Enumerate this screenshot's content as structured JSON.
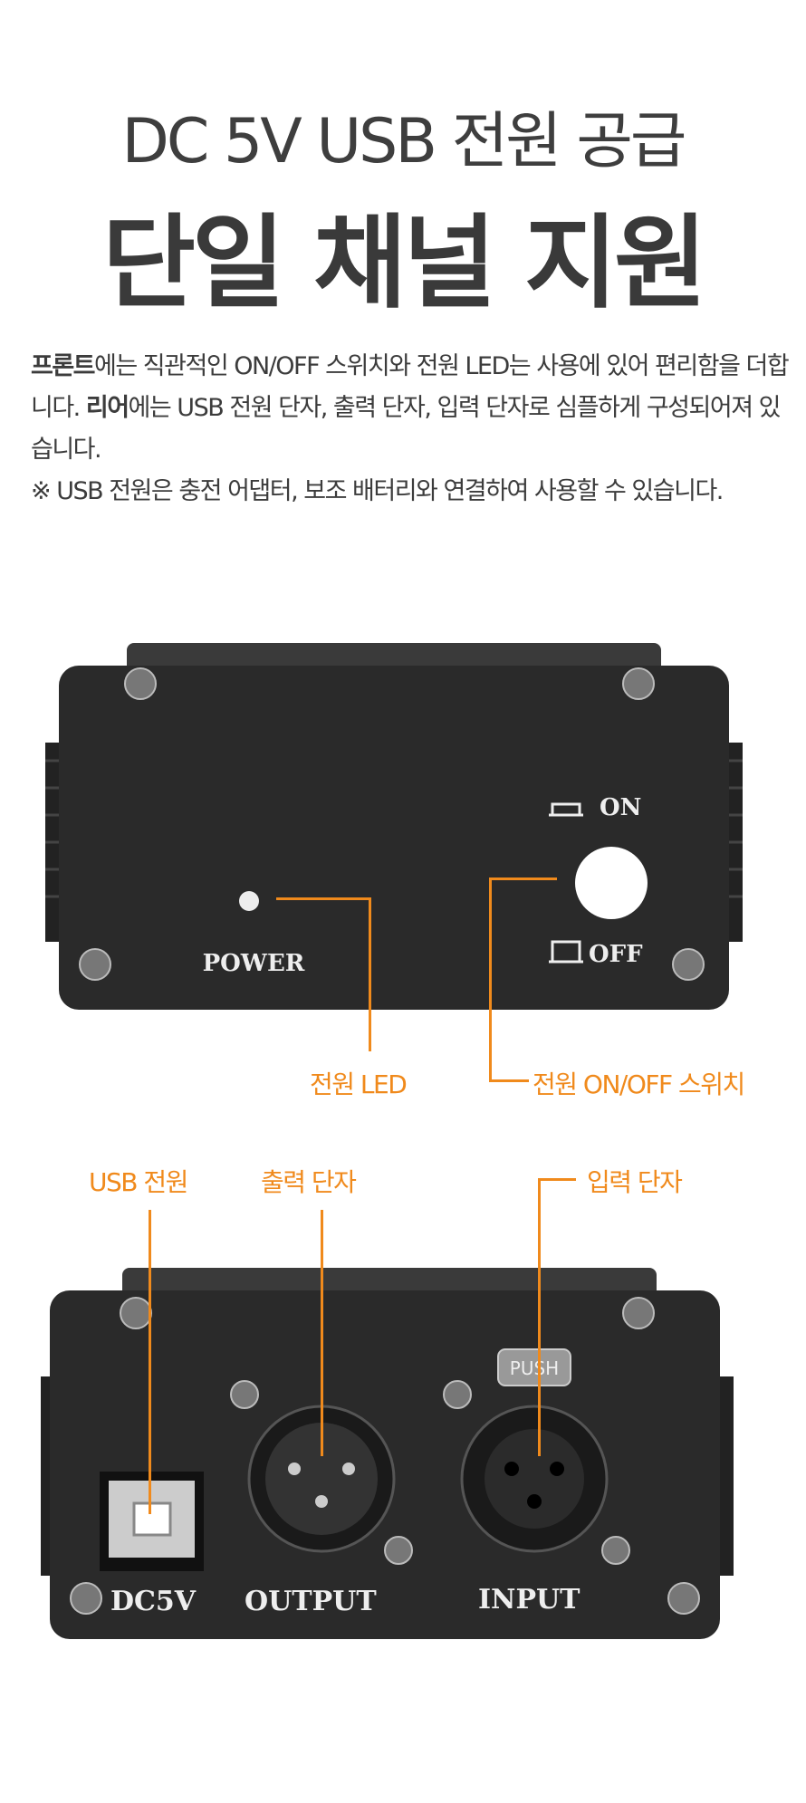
{
  "header": {
    "subtitle": "DC 5V USB 전원 공급",
    "title": "단일 채널 지원"
  },
  "description": {
    "front_bold": "프론트",
    "front_text": "에는 직관적인 ON/OFF 스위치와 전원 LED는 사용에 있어 편리함을 더합니다. ",
    "rear_bold": "리어",
    "rear_text": "에는 USB 전원 단자, 출력 단자, 입력 단자로 심플하게 구성되어져 있습니다.",
    "note": "※ USB 전원은 충전 어댑터, 보조 배터리와 연결하여 사용할 수 있습니다."
  },
  "front_panel": {
    "on_label": "ON",
    "off_label": "OFF",
    "power_label": "POWER",
    "callouts": {
      "led": "전원 LED",
      "switch": "전원 ON/OFF 스위치"
    }
  },
  "rear_panel": {
    "dc_label": "DC5V",
    "output_label": "OUTPUT",
    "input_label": "INPUT",
    "push_label": "PUSH",
    "callouts": {
      "usb": "USB 전원",
      "output": "출력 단자",
      "input": "입력 단자"
    }
  },
  "colors": {
    "accent": "#f08a1c",
    "text": "#3c3c3c",
    "device": "#2a2a2a"
  }
}
